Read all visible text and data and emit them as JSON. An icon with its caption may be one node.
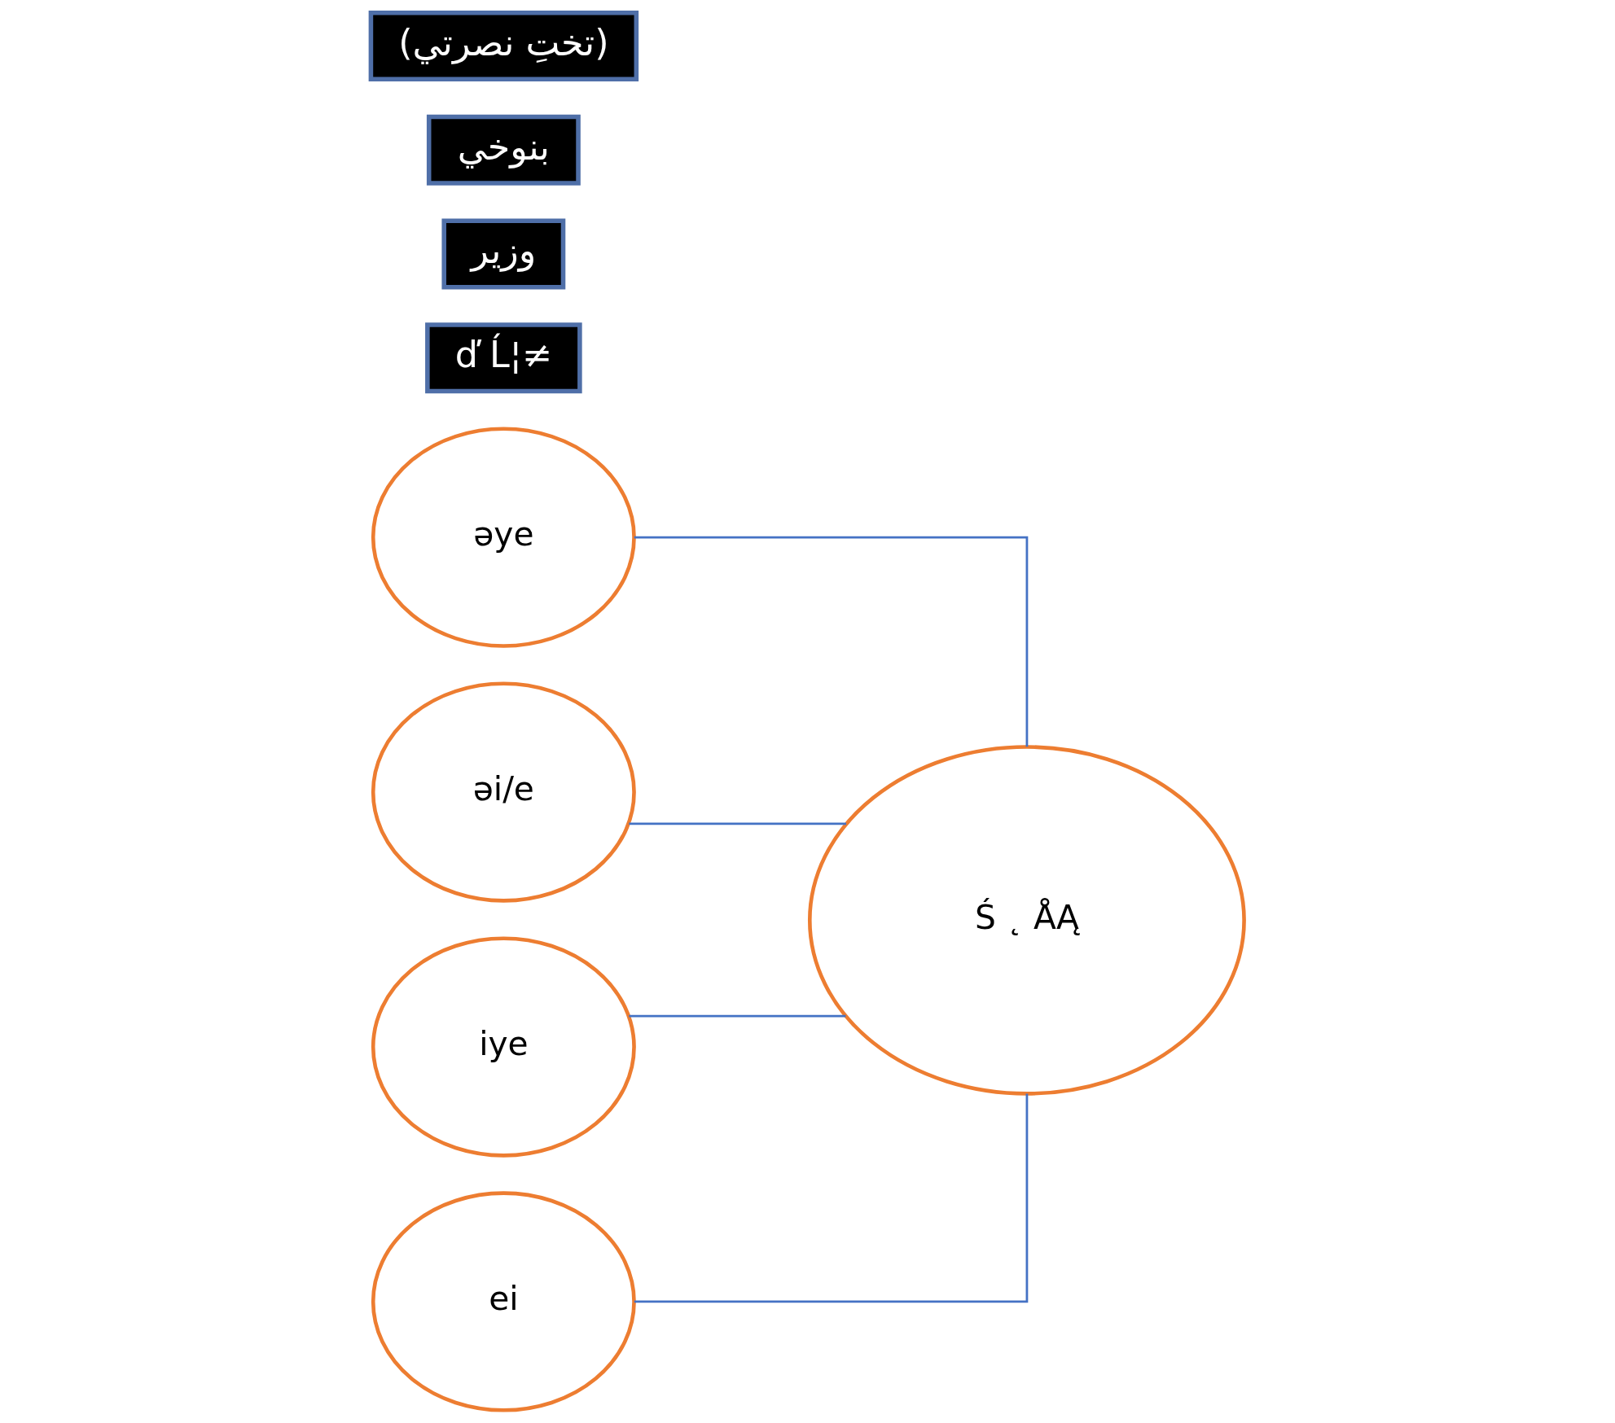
{
  "diagram": {
    "nodes": [
      {
        "text": [
          "əye"
        ]
      },
      {
        "text": [
          "ď Ĺ¦≠"
        ]
      },
      {
        "text": [
          "əi/e"
        ]
      },
      {
        "text": [
          "وزير"
        ]
      },
      {
        "text": [
          "Ś ˛ ÅĄ"
        ]
      },
      {
        "text": [
          "iye"
        ]
      },
      {
        "text": [
          "بنوخي"
        ]
      },
      {
        "text": [
          "ei"
        ]
      },
      {
        "text": [
          "(تختِ نصرتي)"
        ]
      }
    ],
    "edges": [
      {
        "from": 0,
        "to": 4,
        "arrow": "none"
      },
      {
        "from": 2,
        "to": 4,
        "arrow": "none"
      },
      {
        "from": 5,
        "to": 4,
        "arrow": "none"
      },
      {
        "from": 7,
        "to": 4,
        "arrow": "none"
      }
    ]
  }
}
